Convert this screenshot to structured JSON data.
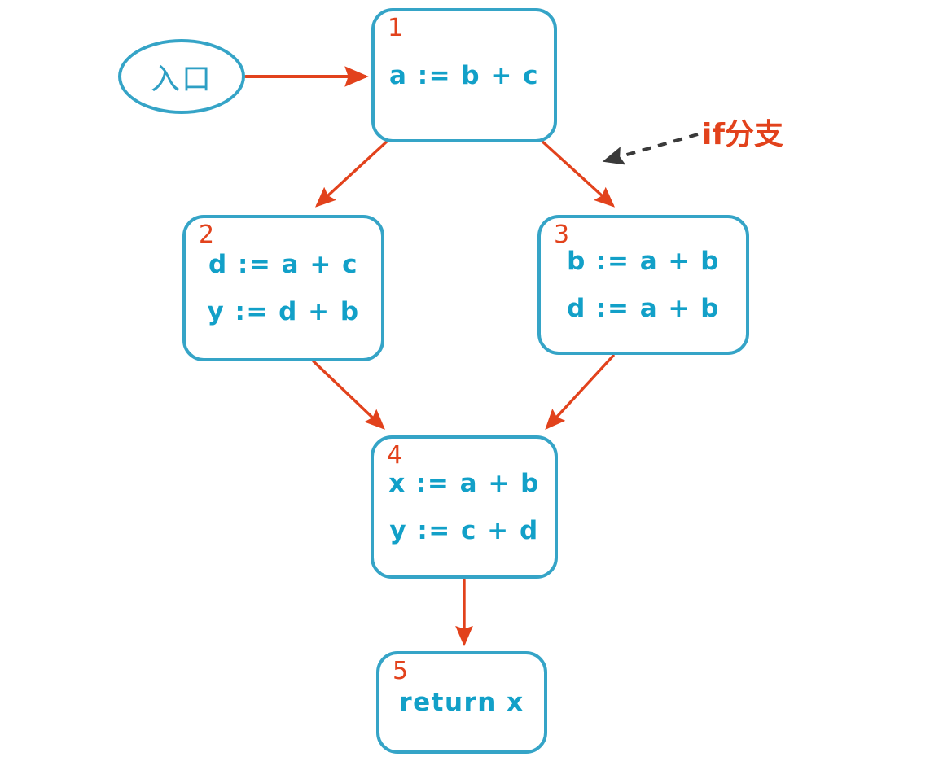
{
  "diagram": {
    "title": "control-flow-graph",
    "colors": {
      "node_border": "#35A4C7",
      "node_text": "#12A0C8",
      "node_number": "#E2421C",
      "edge": "#E2421C",
      "annotation": "#E2421C",
      "callout_arrow": "#3A3A3A",
      "background": "#FFFFFF"
    },
    "entry": {
      "label": "入口"
    },
    "annotations": [
      {
        "id": "if-branch",
        "text": "if分支"
      }
    ],
    "nodes": [
      {
        "id": "b1",
        "number": "1",
        "statements": [
          "a := b + c"
        ]
      },
      {
        "id": "b2",
        "number": "2",
        "statements": [
          "d := a + c",
          "y := d + b"
        ]
      },
      {
        "id": "b3",
        "number": "3",
        "statements": [
          "b := a + b",
          "d := a + b"
        ]
      },
      {
        "id": "b4",
        "number": "4",
        "statements": [
          "x := a + b",
          "y := c + d"
        ]
      },
      {
        "id": "b5",
        "number": "5",
        "statements": [
          "return x"
        ]
      }
    ],
    "edges": [
      {
        "from": "entry",
        "to": "b1"
      },
      {
        "from": "b1",
        "to": "b2"
      },
      {
        "from": "b1",
        "to": "b3"
      },
      {
        "from": "b2",
        "to": "b4"
      },
      {
        "from": "b3",
        "to": "b4"
      },
      {
        "from": "b4",
        "to": "b5"
      }
    ]
  }
}
